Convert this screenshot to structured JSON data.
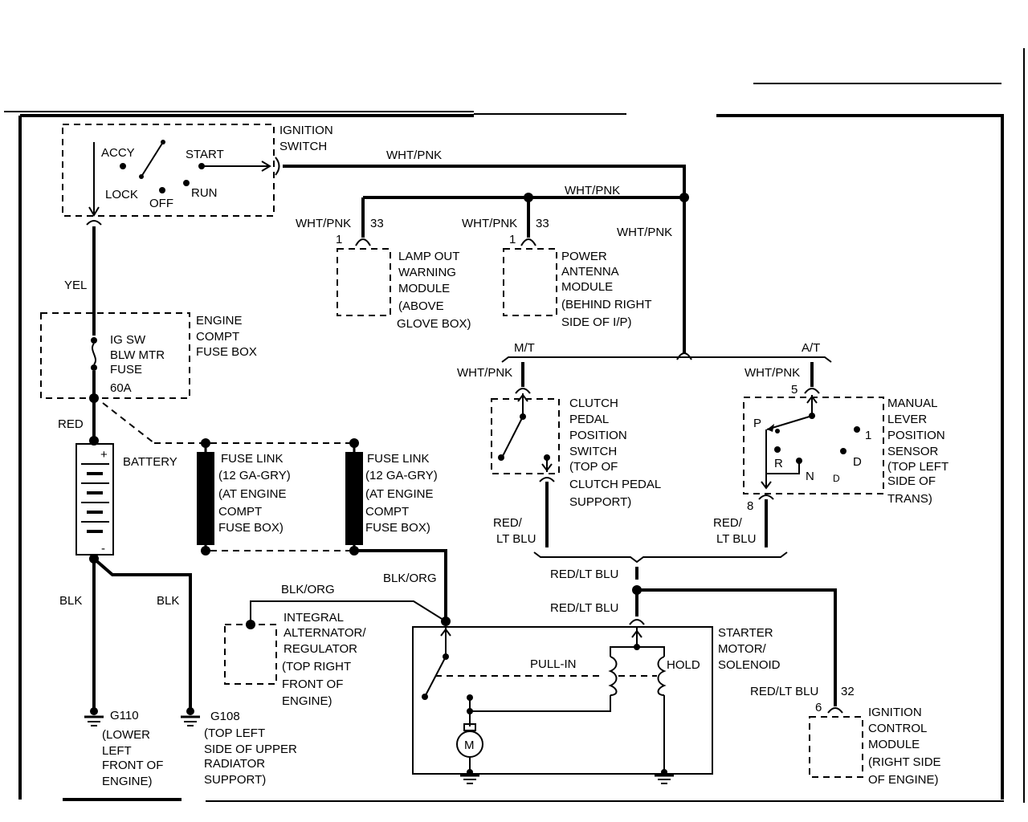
{
  "labels": {
    "ignition_switch": [
      "IGNITION",
      "SWITCH"
    ],
    "accy": "ACCY",
    "start": "START",
    "lock": "LOCK",
    "off": "OFF",
    "run": "RUN",
    "yel": "YEL",
    "red": "RED",
    "blk_left": "BLK",
    "blk_right": "BLK",
    "battery": "BATTERY",
    "batt_plus": "+",
    "batt_minus": "-",
    "engine_compt_fuse_box": [
      "ENGINE",
      "COMPT",
      "FUSE BOX"
    ],
    "fuse": [
      "IG SW",
      "BLW MTR",
      "FUSE",
      "60A"
    ],
    "fuse_link_1": [
      "FUSE LINK",
      "(12 GA-GRY)",
      "(AT ENGINE",
      "COMPT",
      "FUSE BOX)"
    ],
    "fuse_link_2": [
      "FUSE LINK",
      "(12 GA-GRY)",
      "(AT ENGINE",
      "COMPT",
      "FUSE BOX)"
    ],
    "wht_pnk_top": "WHT/PNK",
    "wht_pnk_mid": "WHT/PNK",
    "wht_pnk_lamp": "WHT/PNK",
    "wht_pnk_antenna": "WHT/PNK",
    "wht_pnk_right": "WHT/PNK",
    "wht_pnk_clutch": "WHT/PNK",
    "wht_pnk_mlps": "WHT/PNK",
    "pin_33_a": "33",
    "pin_1_a": "1",
    "pin_33_b": "33",
    "pin_1_b": "1",
    "pin_5": "5",
    "pin_8": "8",
    "pin_32": "32",
    "pin_6": "6",
    "lamp_out": [
      "LAMP OUT",
      "WARNING",
      "MODULE",
      "(ABOVE",
      "GLOVE BOX)"
    ],
    "power_antenna": [
      "POWER",
      "ANTENNA",
      "MODULE",
      "(BEHIND RIGHT",
      "SIDE OF I/P)"
    ],
    "mt": "M/T",
    "at": "A/T",
    "clutch": [
      "CLUTCH",
      "PEDAL",
      "POSITION",
      "SWITCH",
      "(TOP OF",
      "CLUTCH PEDAL",
      "SUPPORT)"
    ],
    "mlps": [
      "MANUAL",
      "LEVER",
      "POSITION",
      "SENSOR",
      "(TOP LEFT",
      "SIDE OF",
      "TRANS)"
    ],
    "gear_p": "P",
    "gear_r": "R",
    "gear_n": "N",
    "gear_d_small": "D",
    "gear_d": "D",
    "gear_1": "1",
    "red_lt_blu_clutch": [
      "RED/",
      "LT BLU"
    ],
    "red_lt_blu_mlps": [
      "RED/",
      "LT BLU"
    ],
    "red_lt_blu_join": "RED/LT BLU",
    "red_lt_blu_starter": "RED/LT BLU",
    "red_lt_blu_icm": "RED/LT BLU",
    "blk_org_1": "BLK/ORG",
    "blk_org_2": "BLK/ORG",
    "alternator": [
      "INTEGRAL",
      "ALTERNATOR/",
      "REGULATOR",
      "(TOP RIGHT",
      "FRONT OF",
      "ENGINE)"
    ],
    "starter": [
      "STARTER",
      "MOTOR/",
      "SOLENOID"
    ],
    "pull_in": "PULL-IN",
    "hold": "HOLD",
    "motor": "M",
    "icm": [
      "IGNITION",
      "CONTROL",
      "MODULE",
      "(RIGHT SIDE",
      "OF ENGINE)"
    ],
    "g110": [
      "G110",
      "(LOWER",
      "LEFT",
      "FRONT OF",
      "ENGINE)"
    ],
    "g108": [
      "G108",
      "(TOP LEFT",
      "SIDE OF UPPER",
      "RADIATOR",
      "SUPPORT)"
    ]
  }
}
